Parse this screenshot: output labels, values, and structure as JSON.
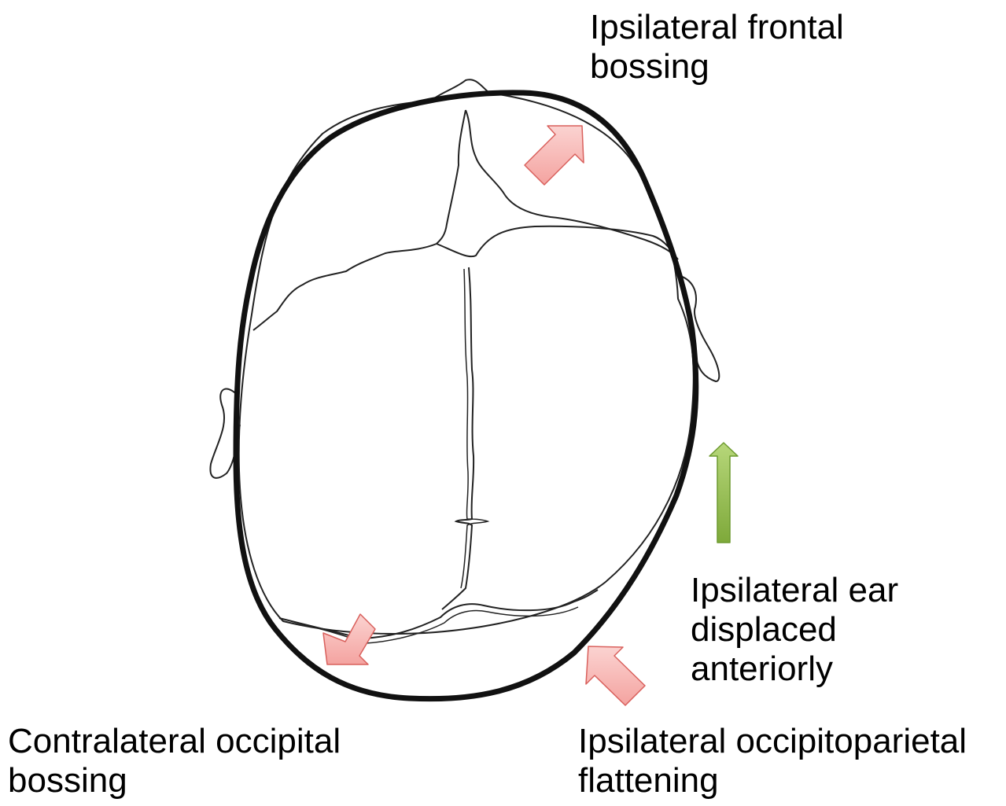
{
  "labels": {
    "frontal": [
      "Ipsilateral frontal",
      "bossing"
    ],
    "ear": [
      "Ipsilateral ear",
      "displaced",
      "anteriorly"
    ],
    "contra_occipital": [
      "Contralateral occipital",
      "bossing"
    ],
    "ipsi_occipitoparietal": [
      "Ipsilateral occipitoparietal",
      "flattening"
    ]
  },
  "colors": {
    "outline": "#000000",
    "skull_line": "#222222",
    "red_arrow_fill": "#f7b7b5",
    "red_arrow_stroke": "#d9605c",
    "green_arrow_fill": "#8fb84a",
    "green_arrow_stroke": "#6d9a2f"
  }
}
